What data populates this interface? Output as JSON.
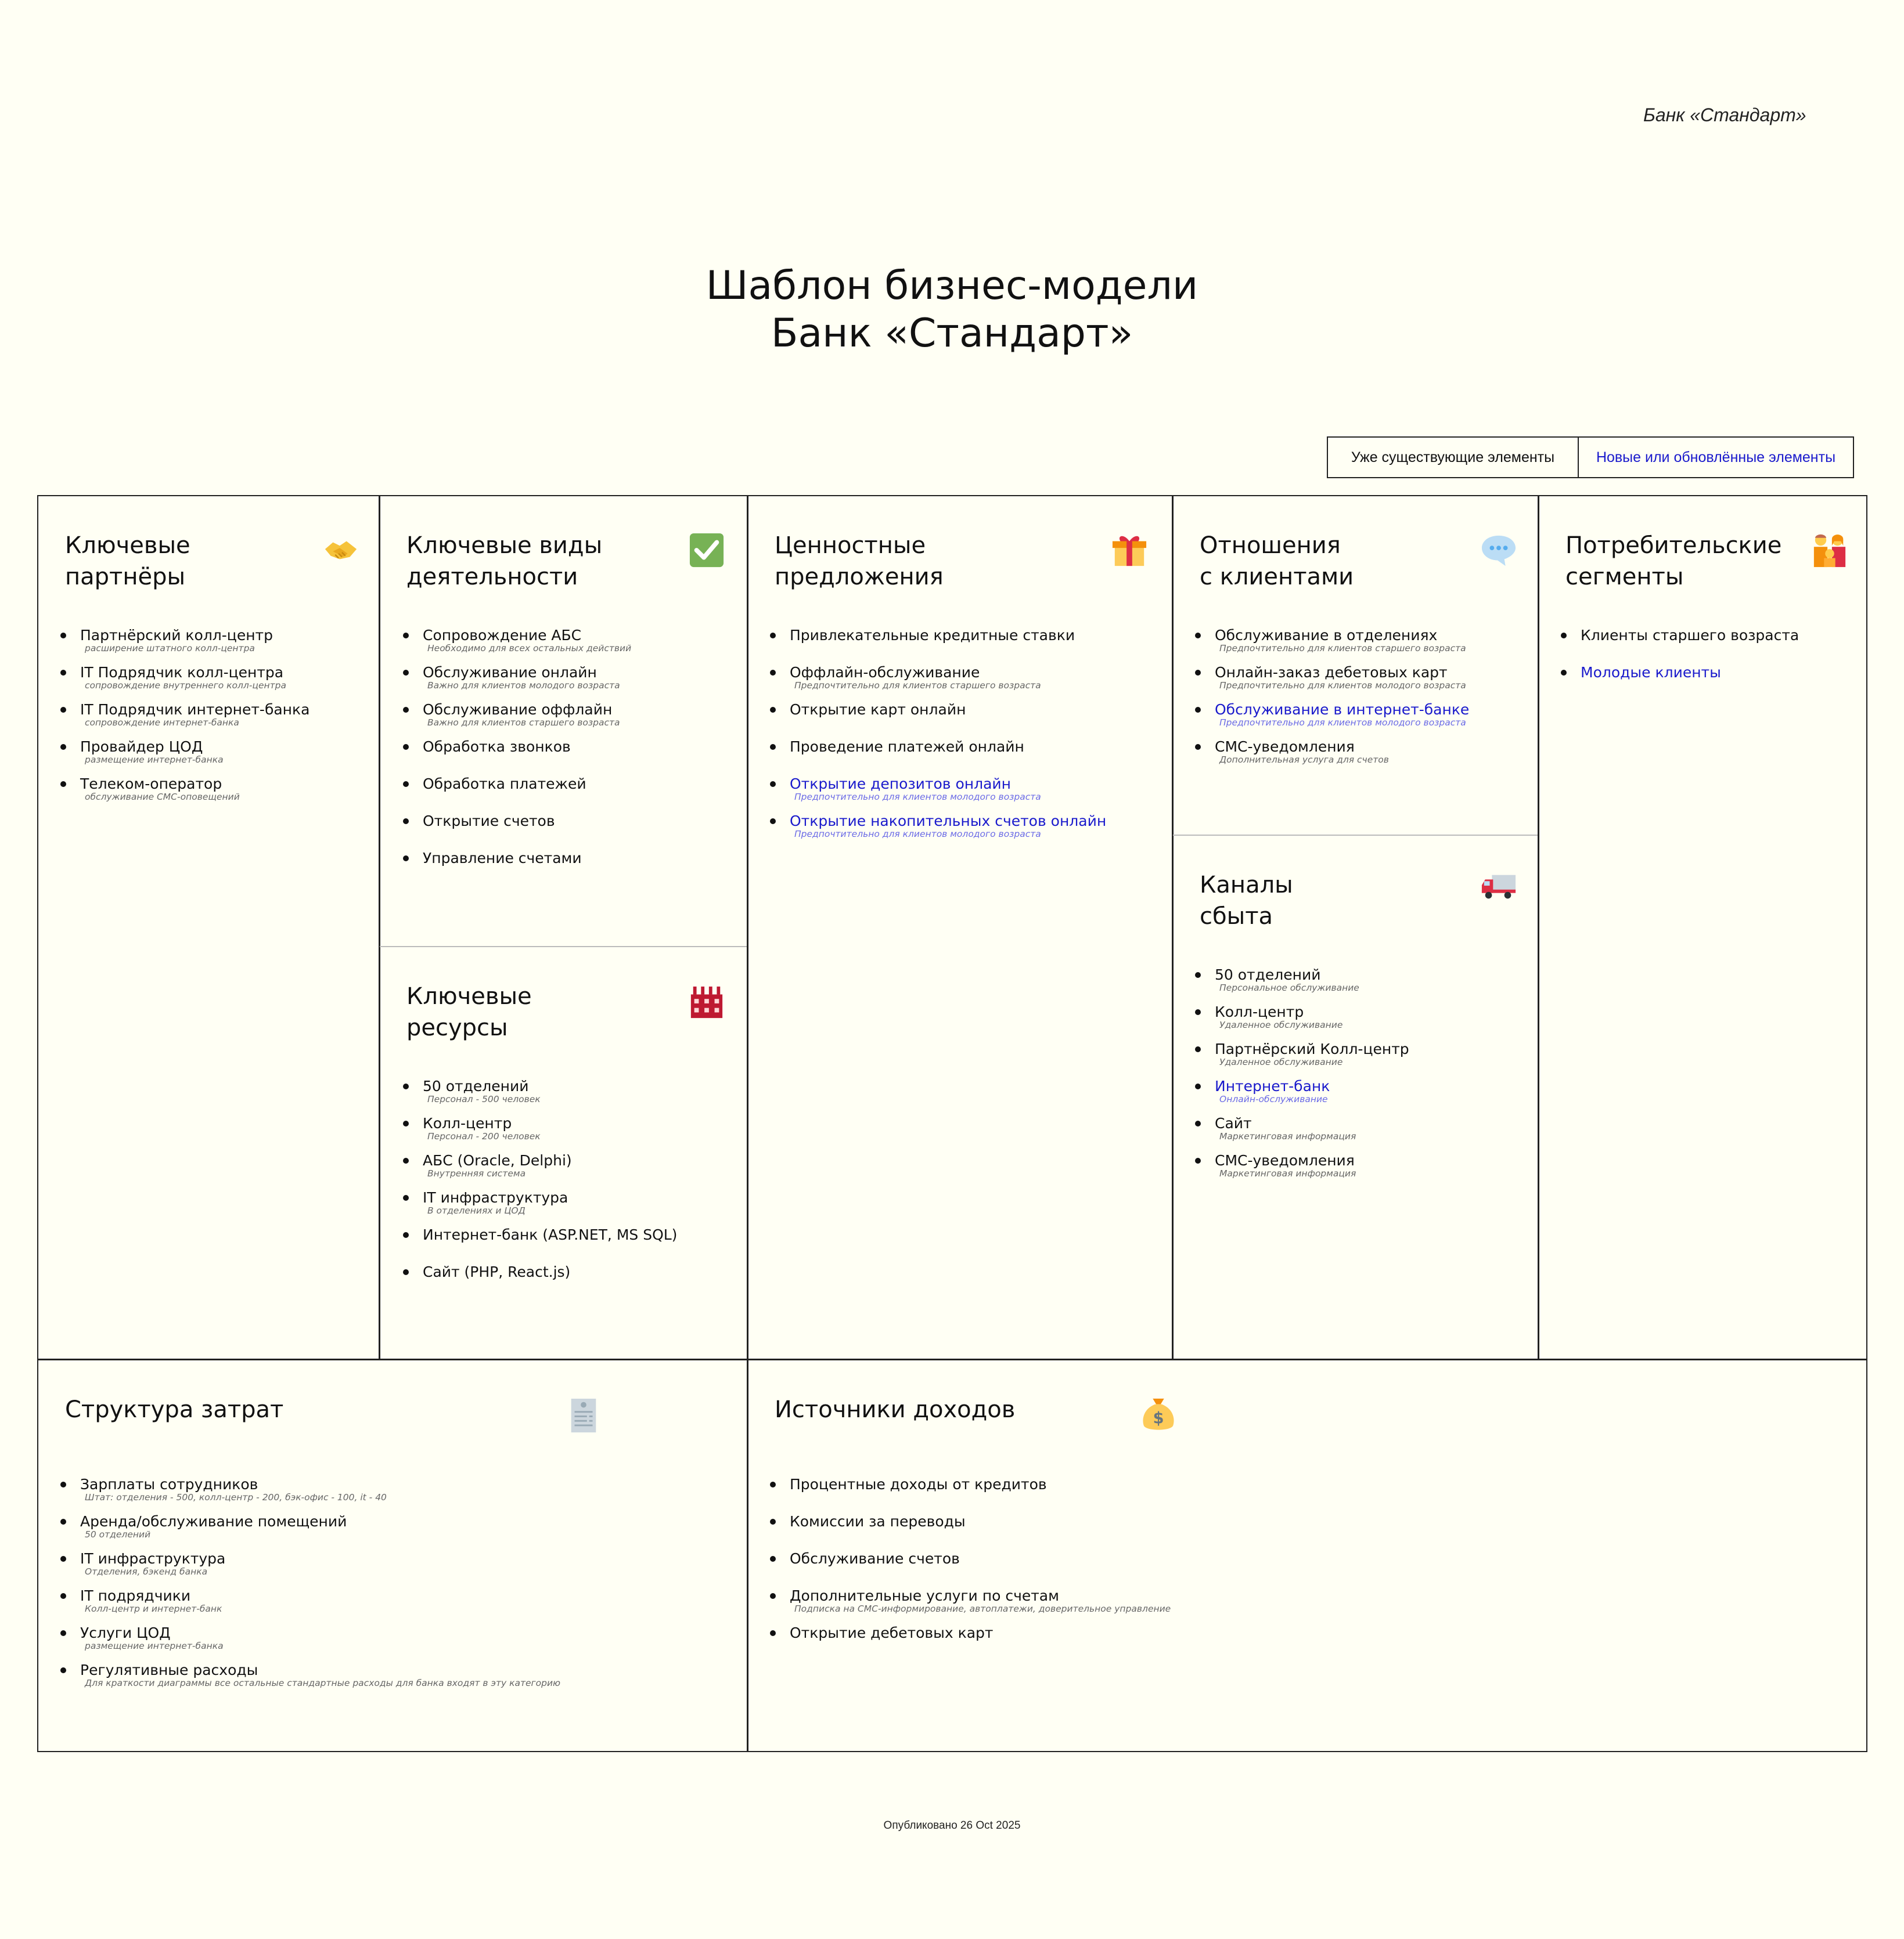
{
  "header": {
    "bank_name": "Банк «Стандарт»",
    "title_line1": "Шаблон бизнес-модели",
    "title_line2": "Банк «Стандарт»"
  },
  "legend": {
    "existing": "Уже существующие элементы",
    "new": "Новые или обновлённые элементы",
    "new_color": "#1a1acc"
  },
  "blocks": {
    "partners": {
      "title_line1": "Ключевые",
      "title_line2": "партнёры",
      "icon": "handshake-icon",
      "items": [
        {
          "name": "Партнёрский колл-центр",
          "note": "расширение штатного колл-центра"
        },
        {
          "name": "IT Подрядчик колл-центра",
          "note": "сопровождение внутреннего колл-центра"
        },
        {
          "name": "IT Подрядчик интернет-банка",
          "note": "сопровождение интернет-банка"
        },
        {
          "name": "Провайдер ЦОД",
          "note": "размещение интернет-банка"
        },
        {
          "name": "Телеком-оператор",
          "note": "обслуживание СМС-оповещений"
        }
      ]
    },
    "activities": {
      "title_line1": "Ключевые виды",
      "title_line2": "деятельности",
      "icon": "check-mark-icon",
      "items": [
        {
          "name": "Сопровождение АБС",
          "note": "Необходимо для всех остальных действий"
        },
        {
          "name": "Обслуживание онлайн",
          "note": "Важно для клиентов молодого возраста"
        },
        {
          "name": "Обслуживание оффлайн",
          "note": "Важно для клиентов старшего возраста"
        },
        {
          "name": "Обработка звонков",
          "note": ""
        },
        {
          "name": "Обработка платежей",
          "note": ""
        },
        {
          "name": "Открытие счетов",
          "note": ""
        },
        {
          "name": "Управление счетами",
          "note": ""
        }
      ]
    },
    "resources": {
      "title_line1": "Ключевые",
      "title_line2": "ресурсы",
      "icon": "factory-icon",
      "items": [
        {
          "name": "50 отделений",
          "note": "Персонал - 500 человек"
        },
        {
          "name": "Колл-центр",
          "note": "Персонал - 200 человек"
        },
        {
          "name": "АБС (Oracle, Delphi)",
          "note": "Внутренняя система"
        },
        {
          "name": "IT инфраструктура",
          "note": "В отделениях и ЦОД"
        },
        {
          "name": "Интернет-банк (ASP.NET, MS SQL)",
          "note": ""
        },
        {
          "name": "Сайт (PHP, React.js)",
          "note": ""
        }
      ]
    },
    "value": {
      "title_line1": "Ценностные",
      "title_line2": "предложения",
      "icon": "gift-icon",
      "items": [
        {
          "name": "Привлекательные кредитные ставки",
          "note": ""
        },
        {
          "name": "Оффлайн-обслуживание",
          "note": "Предпочтительно для клиентов старшего возраста"
        },
        {
          "name": "Открытие карт онлайн",
          "note": ""
        },
        {
          "name": "Проведение платежей онлайн",
          "note": ""
        },
        {
          "name": "Открытие депозитов онлайн",
          "note": "Предпочтительно для клиентов молодого возраста",
          "new": true
        },
        {
          "name": "Открытие накопительных счетов онлайн",
          "note": "Предпочтительно для клиентов молодого возраста",
          "new": true
        }
      ]
    },
    "relationships": {
      "title_line1": "Отношения",
      "title_line2": "с клиентами",
      "icon": "speech-bubble-icon",
      "items": [
        {
          "name": "Обслуживание в отделениях",
          "note": "Предпочтительно для клиентов старшего возраста"
        },
        {
          "name": "Онлайн-заказ дебетовых карт",
          "note": "Предпочтительно для клиентов молодого возраста"
        },
        {
          "name": "Обслуживание в интернет-банке",
          "note": "Предпочтительно для клиентов молодого возраста",
          "new": true
        },
        {
          "name": "СМС-уведомления",
          "note": "Дополнительная услуга для счетов"
        }
      ]
    },
    "channels": {
      "title_line1": "Каналы",
      "title_line2": "сбыта",
      "icon": "delivery-truck-icon",
      "items": [
        {
          "name": "50 отделений",
          "note": "Персональное обслуживание"
        },
        {
          "name": "Колл-центр",
          "note": "Удаленное обслуживание"
        },
        {
          "name": "Партнёрский Колл-центр",
          "note": "Удаленное обслуживание"
        },
        {
          "name": "Интернет-банк",
          "note": "Онлайн-обслуживание",
          "new": true
        },
        {
          "name": "Сайт",
          "note": "Маркетинговая информация"
        },
        {
          "name": "СМС-уведомления",
          "note": "Маркетинговая информация"
        }
      ]
    },
    "segments": {
      "title_line1": "Потребительские",
      "title_line2": "сегменты",
      "icon": "family-icon",
      "items": [
        {
          "name": "Клиенты старшего возраста",
          "note": ""
        },
        {
          "name": "Молодые клиенты",
          "note": "",
          "new": true
        }
      ]
    },
    "costs": {
      "title_line1": "Структура затрат",
      "icon": "receipt-icon",
      "items": [
        {
          "name": "Зарплаты сотрудников",
          "note": "Штат: отделения - 500, колл-центр - 200, бэк-офис - 100, it - 40"
        },
        {
          "name": "Аренда/обслуживание помещений",
          "note": "50 отделений"
        },
        {
          "name": "IT инфраструктура",
          "note": "Отделения, бэкенд банка"
        },
        {
          "name": "IT подрядчики",
          "note": "Колл-центр и интернет-банк"
        },
        {
          "name": "Услуги ЦОД",
          "note": "размещение интернет-банка"
        },
        {
          "name": "Регулятивные расходы",
          "note": "Для краткости диаграммы все остальные стандартные расходы для банка входят в эту категорию"
        }
      ]
    },
    "revenue": {
      "title_line1": "Источники доходов",
      "icon": "money-bag-icon",
      "items": [
        {
          "name": "Процентные доходы от кредитов",
          "note": ""
        },
        {
          "name": "Комиссии за переводы",
          "note": ""
        },
        {
          "name": "Обслуживание счетов",
          "note": ""
        },
        {
          "name": "Дополнительные услуги по счетам",
          "note": "Подписка на СМС-информирование, автоплатежи, доверительное управление"
        },
        {
          "name": "Открытие дебетовых карт",
          "note": ""
        }
      ]
    }
  },
  "footer": {
    "published": "Опубликовано 26 Oct 2025"
  }
}
